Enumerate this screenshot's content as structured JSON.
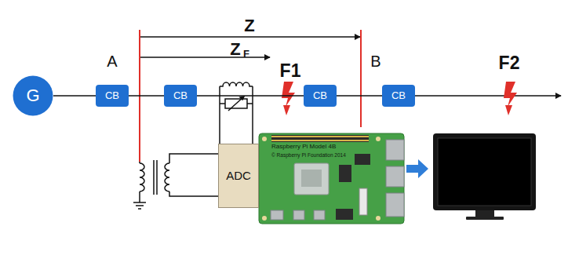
{
  "diagram": {
    "nodes": [
      {
        "text": [
          "G"
        ]
      },
      {
        "text": [
          "CB"
        ]
      },
      {
        "text": [
          "CB"
        ]
      },
      {
        "text": [
          "CB"
        ]
      },
      {
        "text": [
          "CB"
        ]
      },
      {
        "text": [
          "ADC"
        ]
      },
      {
        "text": [
          "Raspberry Pi Model 4B",
          "© Raspberry Pi Foundation 2014"
        ]
      }
    ],
    "edges": [
      {
        "from": 0,
        "to": 1,
        "arrow": "none"
      },
      {
        "from": 1,
        "to": 2,
        "arrow": "none"
      },
      {
        "from": 2,
        "to": 3,
        "arrow": "none"
      },
      {
        "from": 3,
        "to": 4,
        "arrow": "none"
      }
    ],
    "labels": [
      "Z",
      "Z",
      "F",
      "A",
      "F1",
      "B",
      "F2"
    ]
  }
}
